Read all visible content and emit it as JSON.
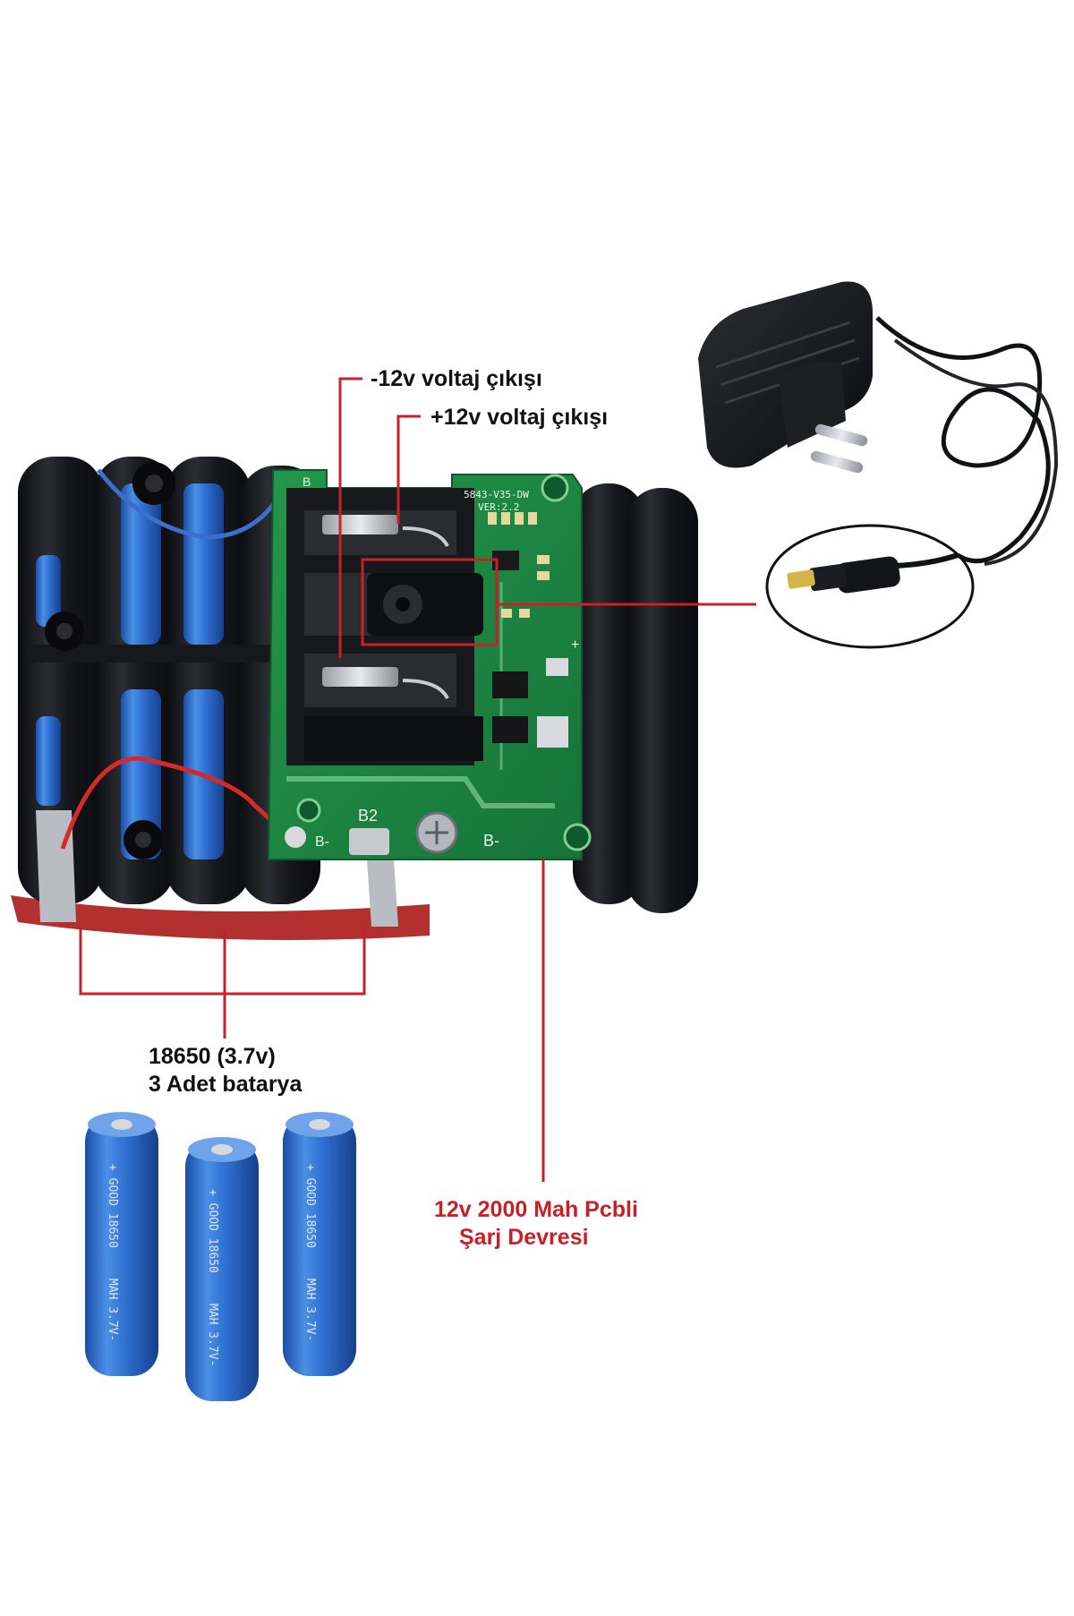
{
  "labels": {
    "minus_12v": "-12v voltaj çıkışı",
    "plus_12v": "+12v voltaj çıkışı",
    "cells_line1": "18650 (3.7v)",
    "cells_line2": "3 Adet batarya",
    "charger_line1": "12v 2000 Mah Pcbli",
    "charger_line2": "Şarj Devresi"
  },
  "pcb": {
    "model": "5843-V35-DW",
    "version": "VER:2.2",
    "silk_b2": "B2",
    "silk_bminus": "B-",
    "silk_bminus_left": "B-",
    "silk_plus": "+",
    "silk_b": "B"
  },
  "cells": [
    {
      "brand": "+ GOOD 18650",
      "rating": "MAH 3.7V-"
    },
    {
      "brand": "+ GOOD 18650",
      "rating": "MAH 3.7V-"
    },
    {
      "brand": "+ GOOD 18650",
      "rating": "MAH 3.7V-"
    }
  ],
  "colors": {
    "callout_line": "#c8202a",
    "label_red": "#c8202a",
    "pcb_green": "#1e8a3e",
    "cell_blue": "#2f6fd0",
    "battery_black": "#1a1c20"
  }
}
